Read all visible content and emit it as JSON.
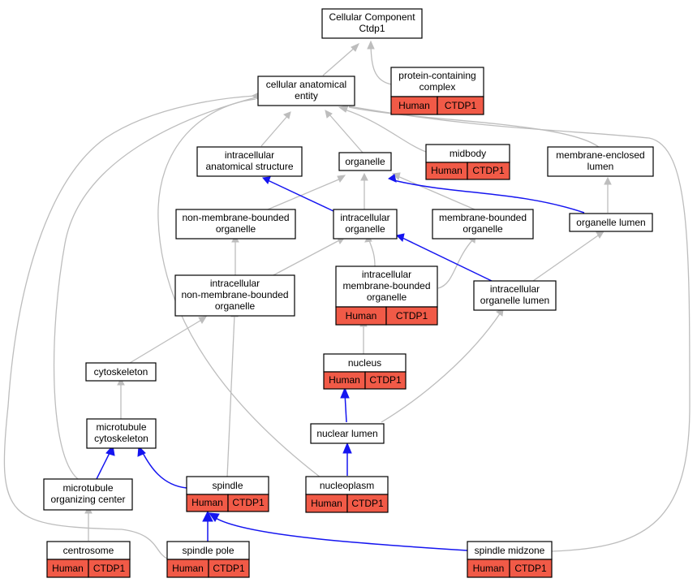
{
  "title": {
    "line1": "Cellular Component",
    "line2": "Ctdp1"
  },
  "nodes": {
    "protein_complex": {
      "line1": "protein-containing",
      "line2": "complex",
      "tag_species": "Human",
      "tag_gene": "CTDP1"
    },
    "cellular_anatomical_entity": {
      "line1": "cellular anatomical",
      "line2": "entity"
    },
    "intracellular_anatomical_structure": {
      "line1": "intracellular",
      "line2": "anatomical structure"
    },
    "organelle": {
      "line1": "organelle"
    },
    "midbody": {
      "line1": "midbody",
      "tag_species": "Human",
      "tag_gene": "CTDP1"
    },
    "membrane_enclosed_lumen": {
      "line1": "membrane-enclosed",
      "line2": "lumen"
    },
    "non_membrane_bounded_organelle": {
      "line1": "non-membrane-bounded",
      "line2": "organelle"
    },
    "intracellular_organelle": {
      "line1": "intracellular",
      "line2": "organelle"
    },
    "membrane_bounded_organelle": {
      "line1": "membrane-bounded",
      "line2": "organelle"
    },
    "organelle_lumen": {
      "line1": "organelle lumen"
    },
    "intracellular_non_membrane_bounded_organelle": {
      "line1": "intracellular",
      "line2": "non-membrane-bounded",
      "line3": "organelle"
    },
    "intracellular_membrane_bounded_organelle": {
      "line1": "intracellular",
      "line2": "membrane-bounded",
      "line3": "organelle",
      "tag_species": "Human",
      "tag_gene": "CTDP1"
    },
    "intracellular_organelle_lumen": {
      "line1": "intracellular",
      "line2": "organelle lumen"
    },
    "cytoskeleton": {
      "line1": "cytoskeleton"
    },
    "nucleus": {
      "line1": "nucleus",
      "tag_species": "Human",
      "tag_gene": "CTDP1"
    },
    "microtubule_cytoskeleton": {
      "line1": "microtubule",
      "line2": "cytoskeleton"
    },
    "nuclear_lumen": {
      "line1": "nuclear lumen"
    },
    "microtubule_organizing_center": {
      "line1": "microtubule",
      "line2": "organizing center"
    },
    "spindle": {
      "line1": "spindle",
      "tag_species": "Human",
      "tag_gene": "CTDP1"
    },
    "nucleoplasm": {
      "line1": "nucleoplasm",
      "tag_species": "Human",
      "tag_gene": "CTDP1"
    },
    "centrosome": {
      "line1": "centrosome",
      "tag_species": "Human",
      "tag_gene": "CTDP1"
    },
    "spindle_pole": {
      "line1": "spindle pole",
      "tag_species": "Human",
      "tag_gene": "CTDP1"
    },
    "spindle_midzone": {
      "line1": "spindle midzone",
      "tag_species": "Human",
      "tag_gene": "CTDP1"
    }
  },
  "colors": {
    "tag_fill": "#f15a47",
    "edge_gray": "#bdbdbd",
    "edge_blue": "#1515f0"
  }
}
